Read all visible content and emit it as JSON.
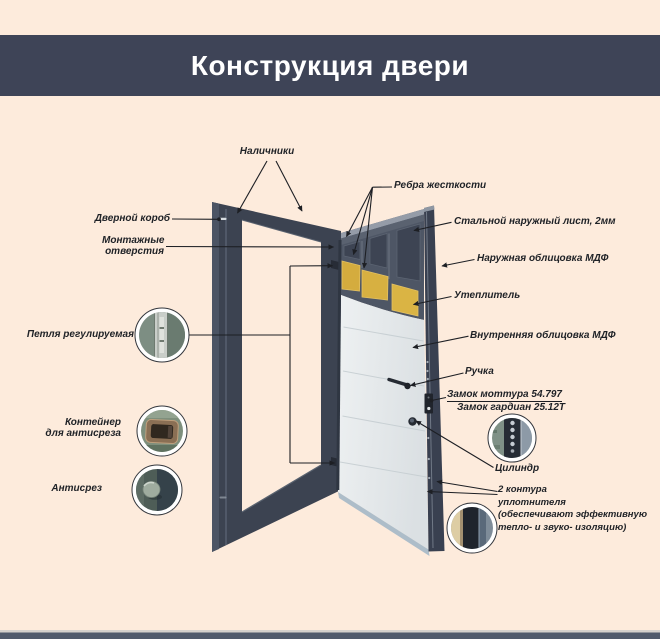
{
  "header": {
    "title": "Конструкция двери"
  },
  "labels": {
    "nalichniki": "Наличники",
    "dvernoy_korob": "Дверной короб",
    "montazhnye_otverstiya": "Монтажные отверстия",
    "petlya": "Петля регулируемая",
    "konteyner": "Контейнер для антисреза",
    "antisrez": "Антисрез",
    "rebra_zhestkosti": "Ребра жесткости",
    "stalnoy_list": "Стальной наружный лист, 2мм",
    "naruzhnaya_oblitsovka": "Наружная облицовка МДФ",
    "uteplitel": "Утеплитель",
    "vnutrennyaya_oblitsovka": "Внутренняя облицовка МДФ",
    "ruchka": "Ручка",
    "zamok_mottura": "Замок моттура 54.797",
    "zamok_gardian": "Замок гардиан 25.12Т",
    "tsilindr": "Цилиндр",
    "kontura_line1": "2 контура",
    "kontura_line2": "уплотнителя",
    "kontura_line3": "(обеспечивают эффективную",
    "kontura_line4": "тепло- и звуко- изоляцию)"
  },
  "colors": {
    "background": "#fdebdc",
    "header_bg": "#3e4457",
    "header_text": "#ffffff",
    "frame": "#3c4351",
    "door_steel_sheet": "#4e5665",
    "door_inner_face": "#e7eaec",
    "insulation_yellow": "#d6ae3e",
    "leader_line": "#1d1f24",
    "footer_bar": "#515b6c"
  }
}
